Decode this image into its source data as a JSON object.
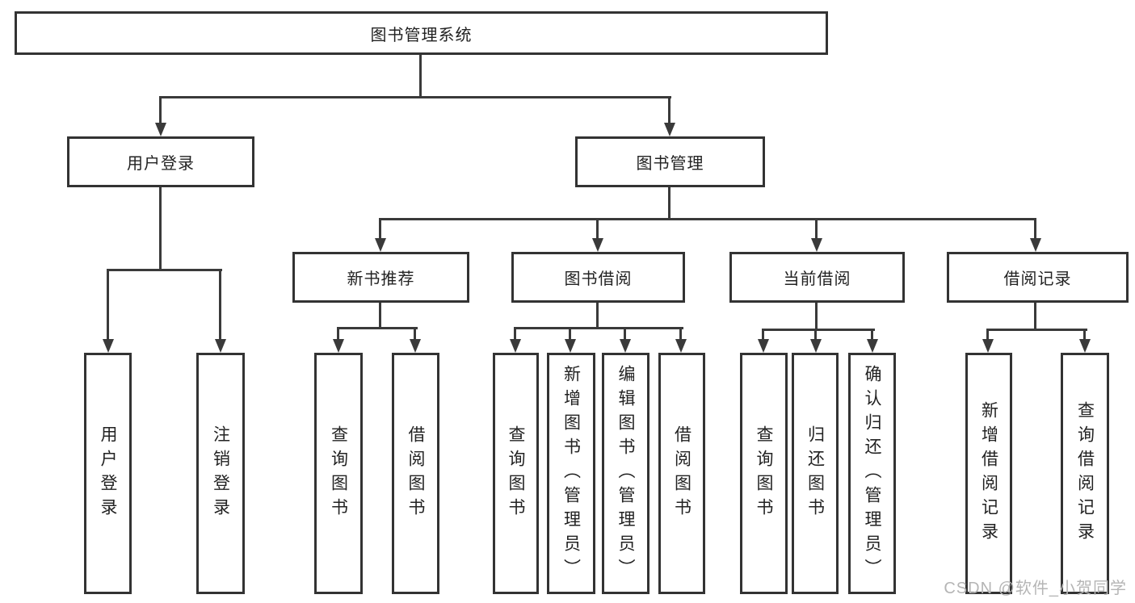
{
  "diagram_title": "图书管理系统",
  "tree": {
    "label": "图书管理系统",
    "children": [
      {
        "label": "用户登录",
        "children": [
          {
            "label": "用户登录"
          },
          {
            "label": "注销登录"
          }
        ]
      },
      {
        "label": "图书管理",
        "children": [
          {
            "label": "新书推荐",
            "children": [
              {
                "label": "查询图书"
              },
              {
                "label": "借阅图书"
              }
            ]
          },
          {
            "label": "图书借阅",
            "children": [
              {
                "label": "查询图书"
              },
              {
                "label": "新增图书（管理员）"
              },
              {
                "label": "编辑图书（管理员）"
              },
              {
                "label": "借阅图书"
              }
            ]
          },
          {
            "label": "当前借阅",
            "children": [
              {
                "label": "查询图书"
              },
              {
                "label": "归还图书"
              },
              {
                "label": "确认归还（管理员）"
              }
            ]
          },
          {
            "label": "借阅记录",
            "children": [
              {
                "label": "新增借阅记录"
              },
              {
                "label": "查询借阅记录"
              }
            ]
          }
        ]
      }
    ]
  },
  "watermark": {
    "text": "CSDN @软件_小贺同学",
    "color": "#b5b5b5"
  },
  "colors": {
    "line": "#3a3a3a",
    "box_border": "#333333",
    "text": "#222222",
    "background": "#ffffff"
  }
}
